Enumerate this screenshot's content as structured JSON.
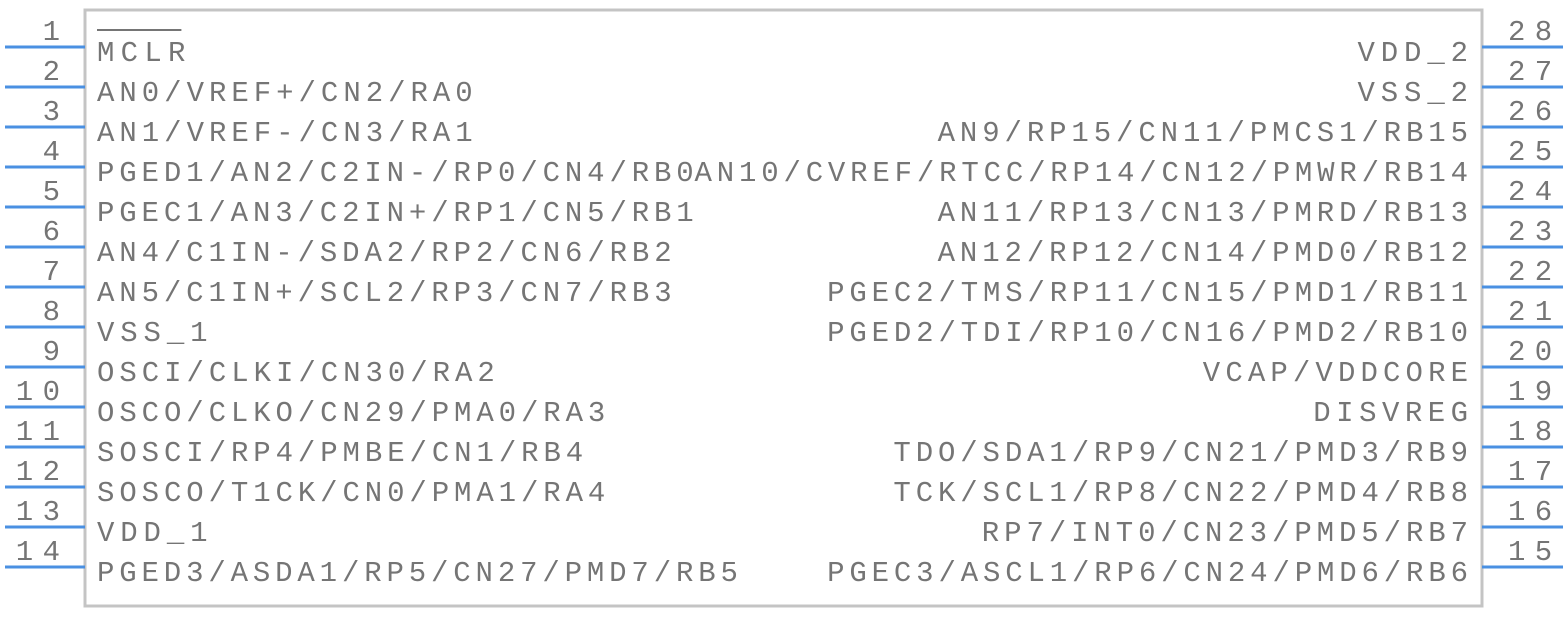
{
  "colors": {
    "pin": "#4a90e2",
    "body": "#c4c4c4",
    "text": "#757575"
  },
  "left_pins": [
    {
      "number": "1",
      "label": "MCLR",
      "overline": true
    },
    {
      "number": "2",
      "label": "AN0/VREF+/CN2/RA0"
    },
    {
      "number": "3",
      "label": "AN1/VREF-/CN3/RA1"
    },
    {
      "number": "4",
      "label": "PGED1/AN2/C2IN-/RP0/CN4/RB0"
    },
    {
      "number": "5",
      "label": "PGEC1/AN3/C2IN+/RP1/CN5/RB1"
    },
    {
      "number": "6",
      "label": "AN4/C1IN-/SDA2/RP2/CN6/RB2"
    },
    {
      "number": "7",
      "label": "AN5/C1IN+/SCL2/RP3/CN7/RB3"
    },
    {
      "number": "8",
      "label": "VSS_1"
    },
    {
      "number": "9",
      "label": "OSCI/CLKI/CN30/RA2"
    },
    {
      "number": "10",
      "label": "OSCO/CLKO/CN29/PMA0/RA3"
    },
    {
      "number": "11",
      "label": "SOSCI/RP4/PMBE/CN1/RB4"
    },
    {
      "number": "12",
      "label": "SOSCO/T1CK/CN0/PMA1/RA4"
    },
    {
      "number": "13",
      "label": "VDD_1"
    },
    {
      "number": "14",
      "label": "PGED3/ASDA1/RP5/CN27/PMD7/RB5"
    }
  ],
  "right_pins": [
    {
      "number": "28",
      "label": "VDD_2"
    },
    {
      "number": "27",
      "label": "VSS_2"
    },
    {
      "number": "26",
      "label": "AN9/RP15/CN11/PMCS1/RB15"
    },
    {
      "number": "25",
      "label": "AN10/CVREF/RTCC/RP14/CN12/PMWR/RB14"
    },
    {
      "number": "24",
      "label": "AN11/RP13/CN13/PMRD/RB13"
    },
    {
      "number": "23",
      "label": "AN12/RP12/CN14/PMD0/RB12"
    },
    {
      "number": "22",
      "label": "PGEC2/TMS/RP11/CN15/PMD1/RB11"
    },
    {
      "number": "21",
      "label": "PGED2/TDI/RP10/CN16/PMD2/RB10"
    },
    {
      "number": "20",
      "label": "VCAP/VDDCORE"
    },
    {
      "number": "19",
      "label": "DISVREG"
    },
    {
      "number": "18",
      "label": "TDO/SDA1/RP9/CN21/PMD3/RB9"
    },
    {
      "number": "17",
      "label": "TCK/SCL1/RP8/CN22/PMD4/RB8"
    },
    {
      "number": "16",
      "label": "RP7/INT0/CN23/PMD5/RB7"
    },
    {
      "number": "15",
      "label": "PGEC3/ASCL1/RP6/CN24/PMD6/RB6"
    }
  ]
}
